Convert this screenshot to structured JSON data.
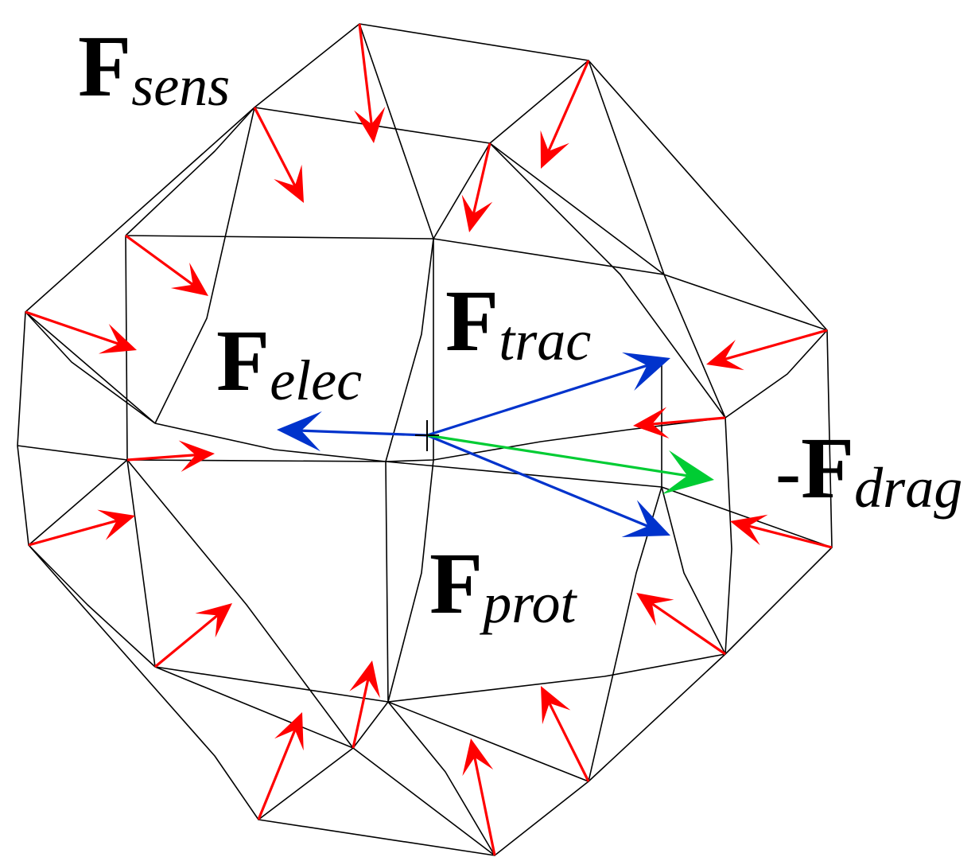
{
  "labels": {
    "sens": {
      "main": "F",
      "sub": "sens"
    },
    "elec": {
      "main": "F",
      "sub": "elec"
    },
    "trac": {
      "main": "F",
      "sub": "trac"
    },
    "prot": {
      "main": "F",
      "sub": "prot"
    },
    "drag": {
      "prefix": "-",
      "main": "F",
      "sub": "drag"
    }
  },
  "colors": {
    "mesh": "#000000",
    "sensor_arrows": "#ff0000",
    "force_arrows": "#0033cc",
    "drag_arrow": "#00cc33"
  }
}
